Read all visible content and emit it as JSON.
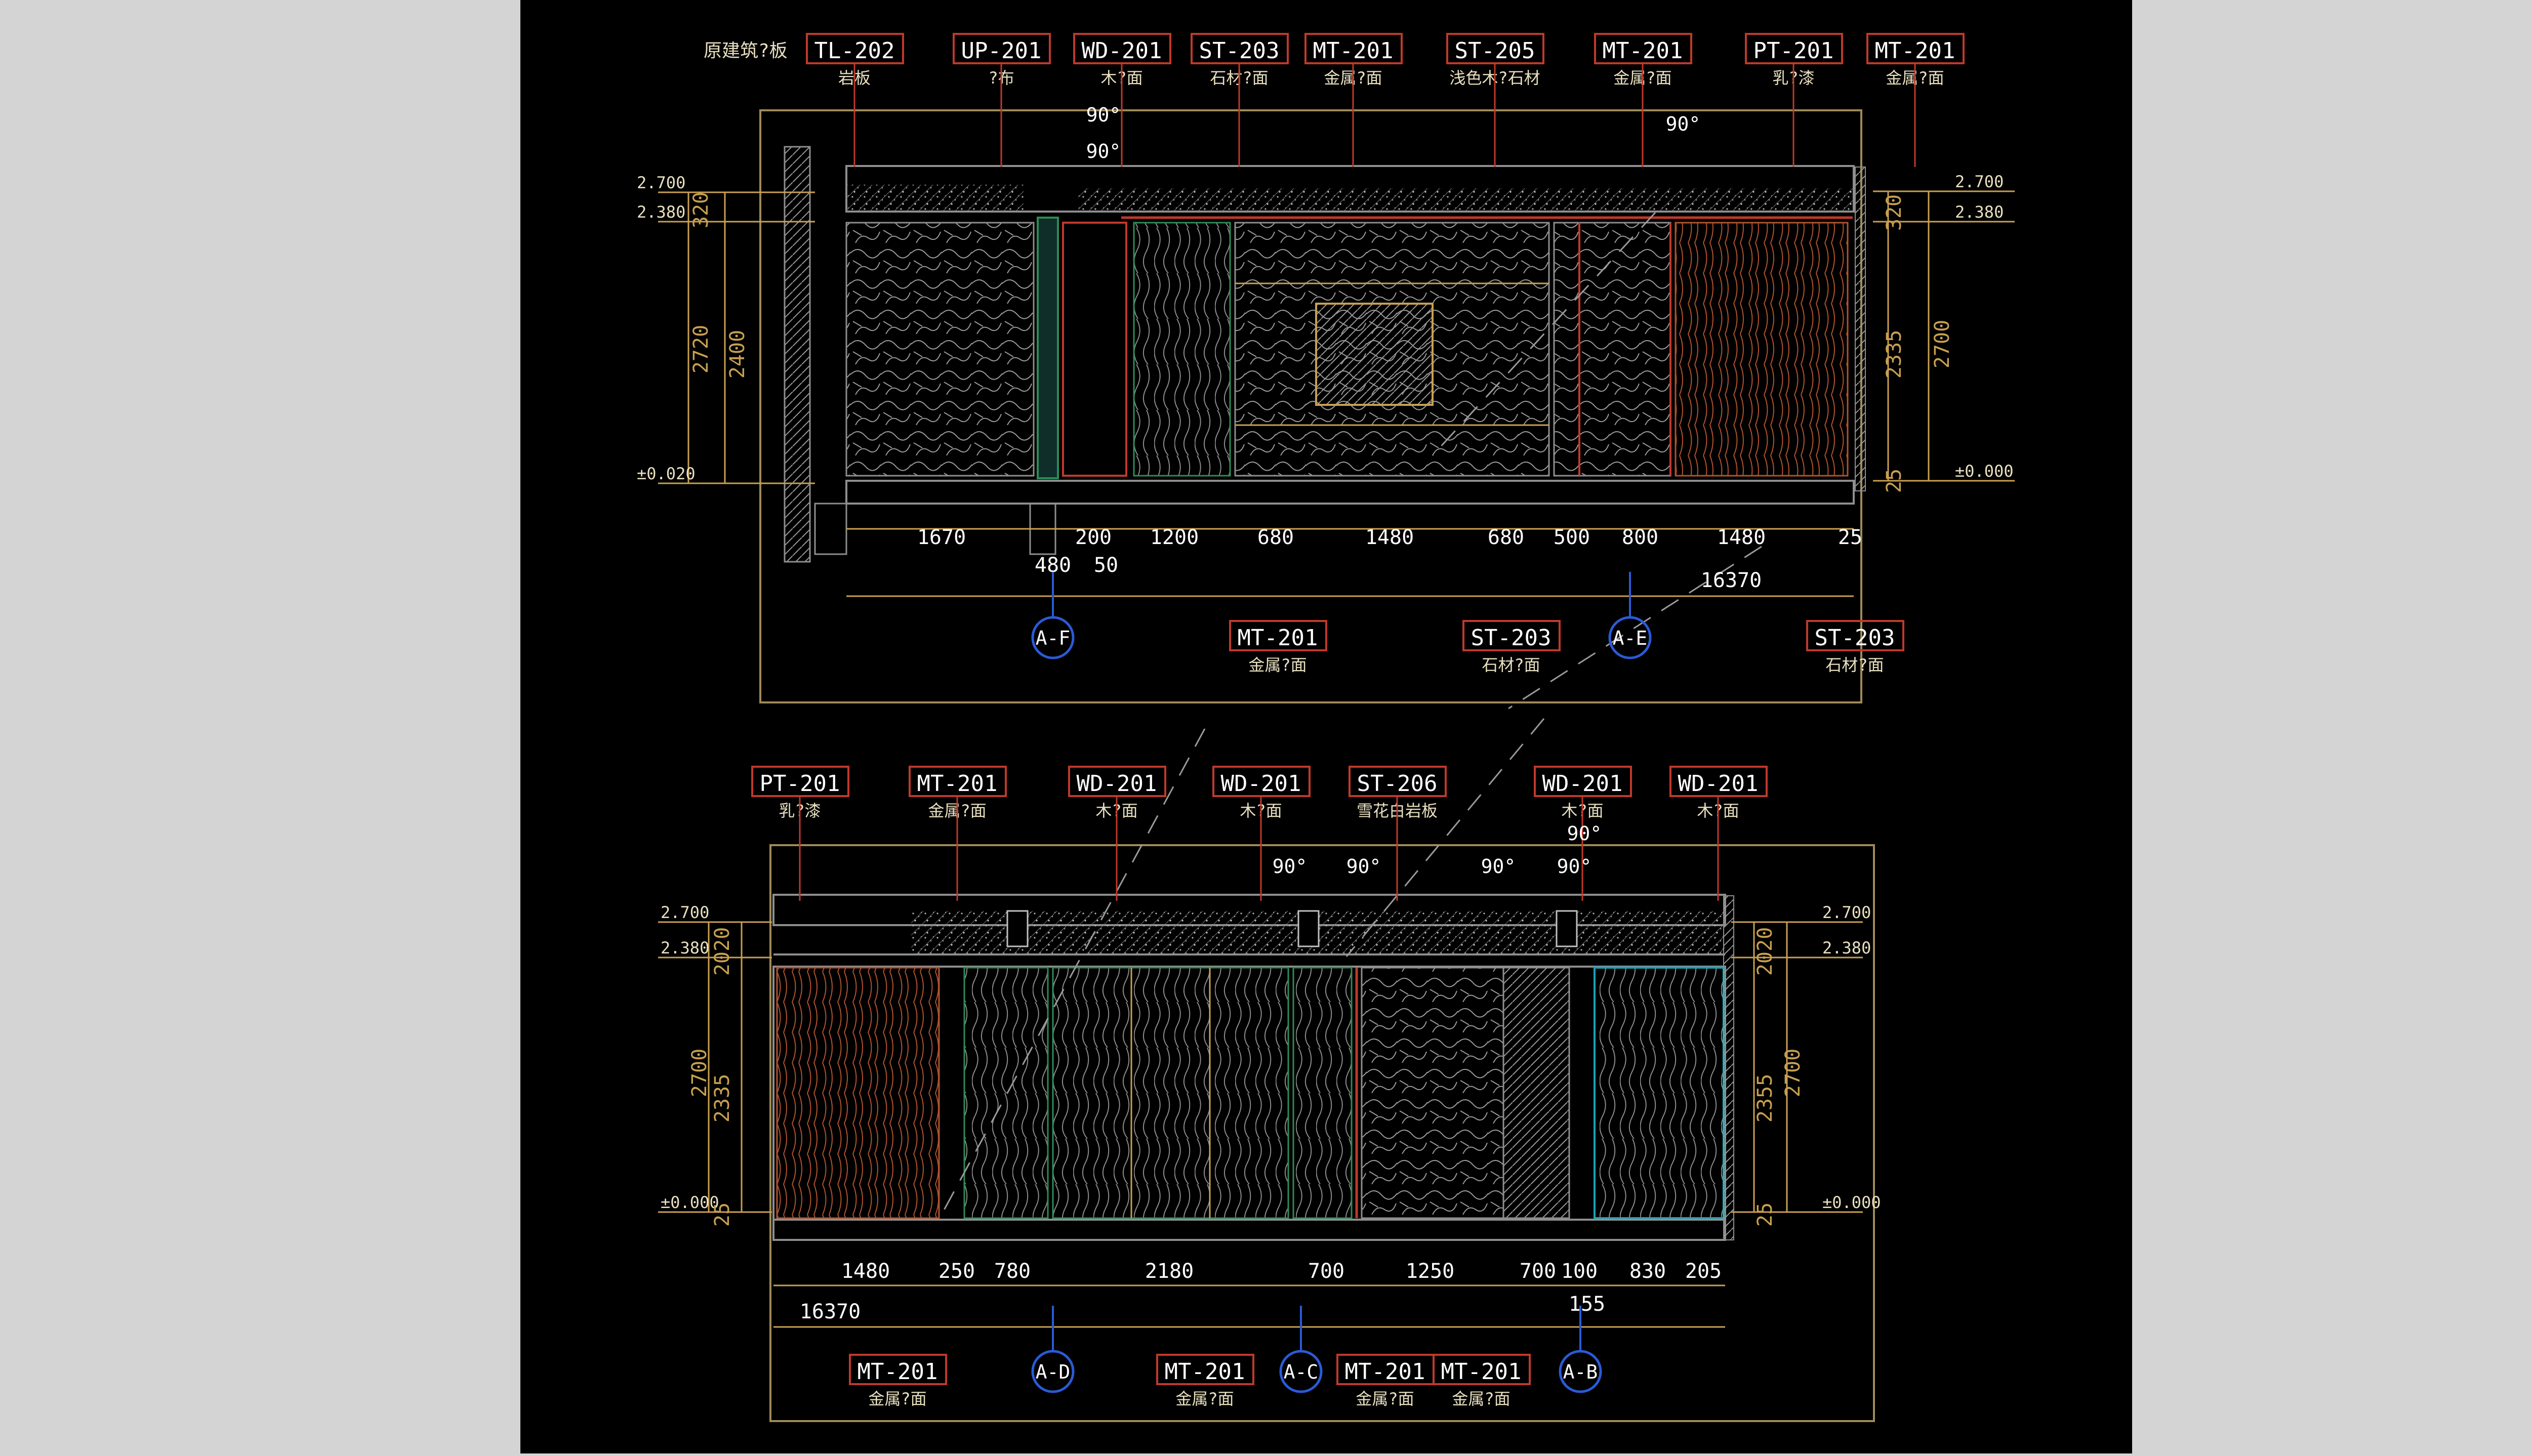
{
  "colors": {
    "background": "#000000",
    "outer": "#d4d4d4",
    "leader": "#c0392b",
    "frame": "#a08a5a",
    "dim": "#c8a050",
    "wall": "#8e8e8e",
    "grid_bubble": "#2a5bd7",
    "green": "#2e8b57",
    "cyan": "#17a2b8",
    "text_label": "#e8e0c0",
    "code": "#ffffff"
  },
  "upper": {
    "top_tags": [
      {
        "code": "TL-202",
        "desc": "岩板"
      },
      {
        "code": "UP-201",
        "desc": "?布"
      },
      {
        "code": "WD-201",
        "desc": "木?面"
      },
      {
        "code": "ST-203",
        "desc": "石材?面"
      },
      {
        "code": "MT-201",
        "desc": "金属?面"
      },
      {
        "code": "ST-205",
        "desc": "浅色木?石材"
      },
      {
        "code": "MT-201",
        "desc": "金属?面"
      },
      {
        "code": "PT-201",
        "desc": "乳?漆"
      },
      {
        "code": "MT-201",
        "desc": "金属?面"
      }
    ],
    "left_note": "原建筑?板",
    "angles": [
      "90°",
      "90°",
      "90°"
    ],
    "left_levels": [
      "2.700",
      "2.380",
      "±0.020"
    ],
    "right_levels": [
      "2.700",
      "2.380",
      "±0.000"
    ],
    "left_dims": [
      "320",
      "2400",
      "2720"
    ],
    "right_dims": [
      "320",
      "2335",
      "2700",
      "25"
    ],
    "bottom_dims": [
      "1670",
      "480",
      "200",
      "50",
      "1200",
      "680",
      "1480",
      "680",
      "500",
      "800",
      "1480",
      "25"
    ],
    "total": "16370",
    "grid_left": "A-F",
    "grid_right": "A-E",
    "bottom_tags": [
      {
        "code": "MT-201",
        "desc": "金属?面"
      },
      {
        "code": "ST-203",
        "desc": "石材?面"
      },
      {
        "code": "ST-203",
        "desc": "石材?面"
      }
    ]
  },
  "lower": {
    "top_tags": [
      {
        "code": "PT-201",
        "desc": "乳?漆"
      },
      {
        "code": "MT-201",
        "desc": "金属?面"
      },
      {
        "code": "WD-201",
        "desc": "木?面"
      },
      {
        "code": "WD-201",
        "desc": "木?面"
      },
      {
        "code": "ST-206",
        "desc": "雪花白岩板"
      },
      {
        "code": "WD-201",
        "desc": "木?面"
      },
      {
        "code": "WD-201",
        "desc": "木?面"
      }
    ],
    "angles": [
      "90°",
      "90°",
      "90°",
      "90°",
      "90°"
    ],
    "left_levels": [
      "2.700",
      "2.380",
      "±0.000"
    ],
    "right_levels": [
      "2.700",
      "2.380",
      "±0.000"
    ],
    "left_dims": [
      "2020",
      "2700",
      "2335",
      "25"
    ],
    "right_dims": [
      "2020",
      "2355",
      "2700",
      "25"
    ],
    "bottom_dims": [
      "1480",
      "250",
      "780",
      "2180",
      "700",
      "1250",
      "700",
      "100",
      "830",
      "205"
    ],
    "sub_dim": "155",
    "total": "16370",
    "grids": [
      "A-D",
      "A-C",
      "A-B"
    ],
    "bottom_tags": [
      {
        "code": "MT-201",
        "desc": "金属?面"
      },
      {
        "code": "MT-201",
        "desc": "金属?面"
      },
      {
        "code": "MT-201",
        "desc": "金属?面"
      },
      {
        "code": "MT-201",
        "desc": "金属?面"
      }
    ]
  }
}
